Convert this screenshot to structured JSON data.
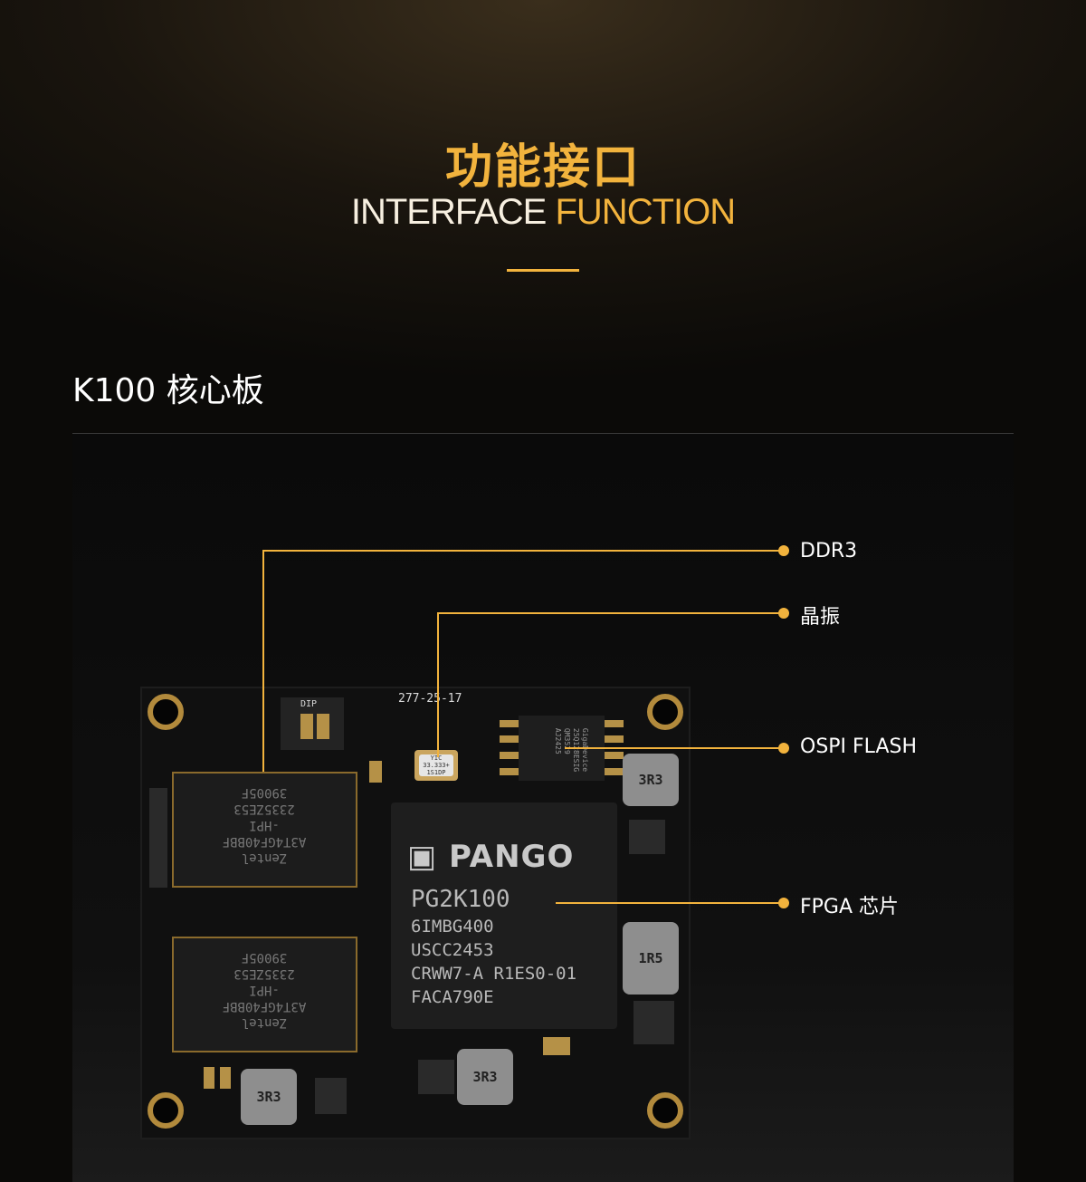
{
  "header": {
    "title_cn": "功能接口",
    "title_en_part1": "INTERFACE",
    "title_en_part2": "FUNCTION"
  },
  "section": {
    "title": "K100 核心板"
  },
  "board": {
    "fpga_brand": "PANGO",
    "fpga_lines": [
      "PG2K100",
      "6IMBG400",
      "USCC2453",
      "CRWW7-A R1ES0-01",
      "FACA790E"
    ],
    "ram_lines": [
      "Zentel",
      "A3T4GF40BBF",
      "-HPI",
      "2335ZE53",
      "39005F"
    ],
    "silkscreen_top": "277-25-17",
    "flash_lines": [
      "GigaDevice",
      "25Q128ESIG",
      "QM3529",
      "AJ2425"
    ],
    "crystal_lines": [
      "YIC",
      "33.333+",
      "1S1DP"
    ],
    "inductor_labels": [
      "3R3",
      "1R5",
      "3R3",
      "3R3"
    ],
    "dip_label": "DIP"
  },
  "callouts": [
    {
      "label": "DDR3"
    },
    {
      "label": "晶振"
    },
    {
      "label": "OSPI FLASH"
    },
    {
      "label": "FPGA 芯片"
    }
  ],
  "colors": {
    "accent": "#f2b33d",
    "background": "#0b0a08"
  }
}
